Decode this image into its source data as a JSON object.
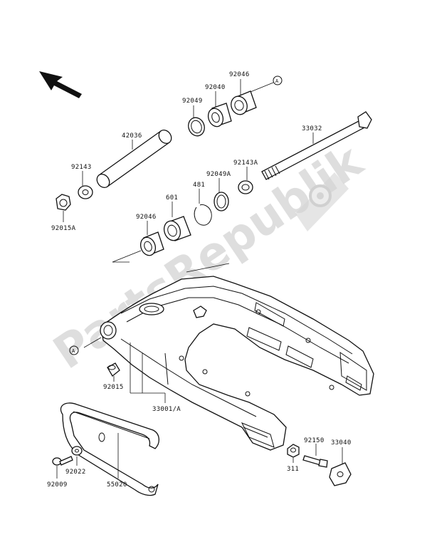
{
  "watermark": "PartsRepublik",
  "callouts": {
    "c92046_top": "92046",
    "c92049": "92049",
    "c92040": "92040",
    "c42036": "42036",
    "c33032": "33032",
    "c92143": "92143",
    "c92143a": "92143A",
    "c92049a": "92049A",
    "c481": "481",
    "c601": "601",
    "c92015a": "92015A",
    "c92046_low": "92046",
    "c92015": "92015",
    "c33001a": "33001/A",
    "c92150": "92150",
    "c33040": "33040",
    "c311": "311",
    "c92022": "92022",
    "c92009": "92009",
    "c55020": "55020",
    "ref_a_top": "A",
    "ref_a_left": "A"
  }
}
